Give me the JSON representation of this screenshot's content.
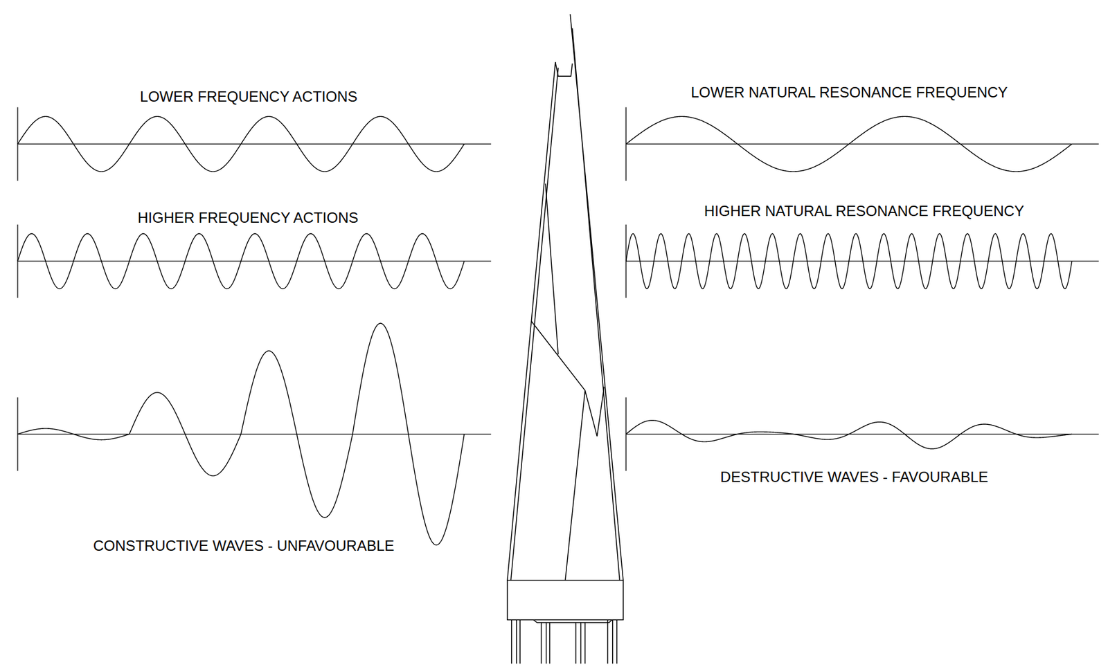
{
  "diagram": {
    "labels": [
      "LOWER FREQUENCY ACTIONS",
      "HIGHER FREQUENCY ACTIONS",
      "CONSTRUCTIVE WAVES - UNFAVOURABLE",
      "LOWER NATURAL RESONANCE FREQUENCY",
      "HIGHER NATURAL RESONANCE FREQUENCY",
      "DESTRUCTIVE WAVES - FAVOURABLE"
    ]
  }
}
